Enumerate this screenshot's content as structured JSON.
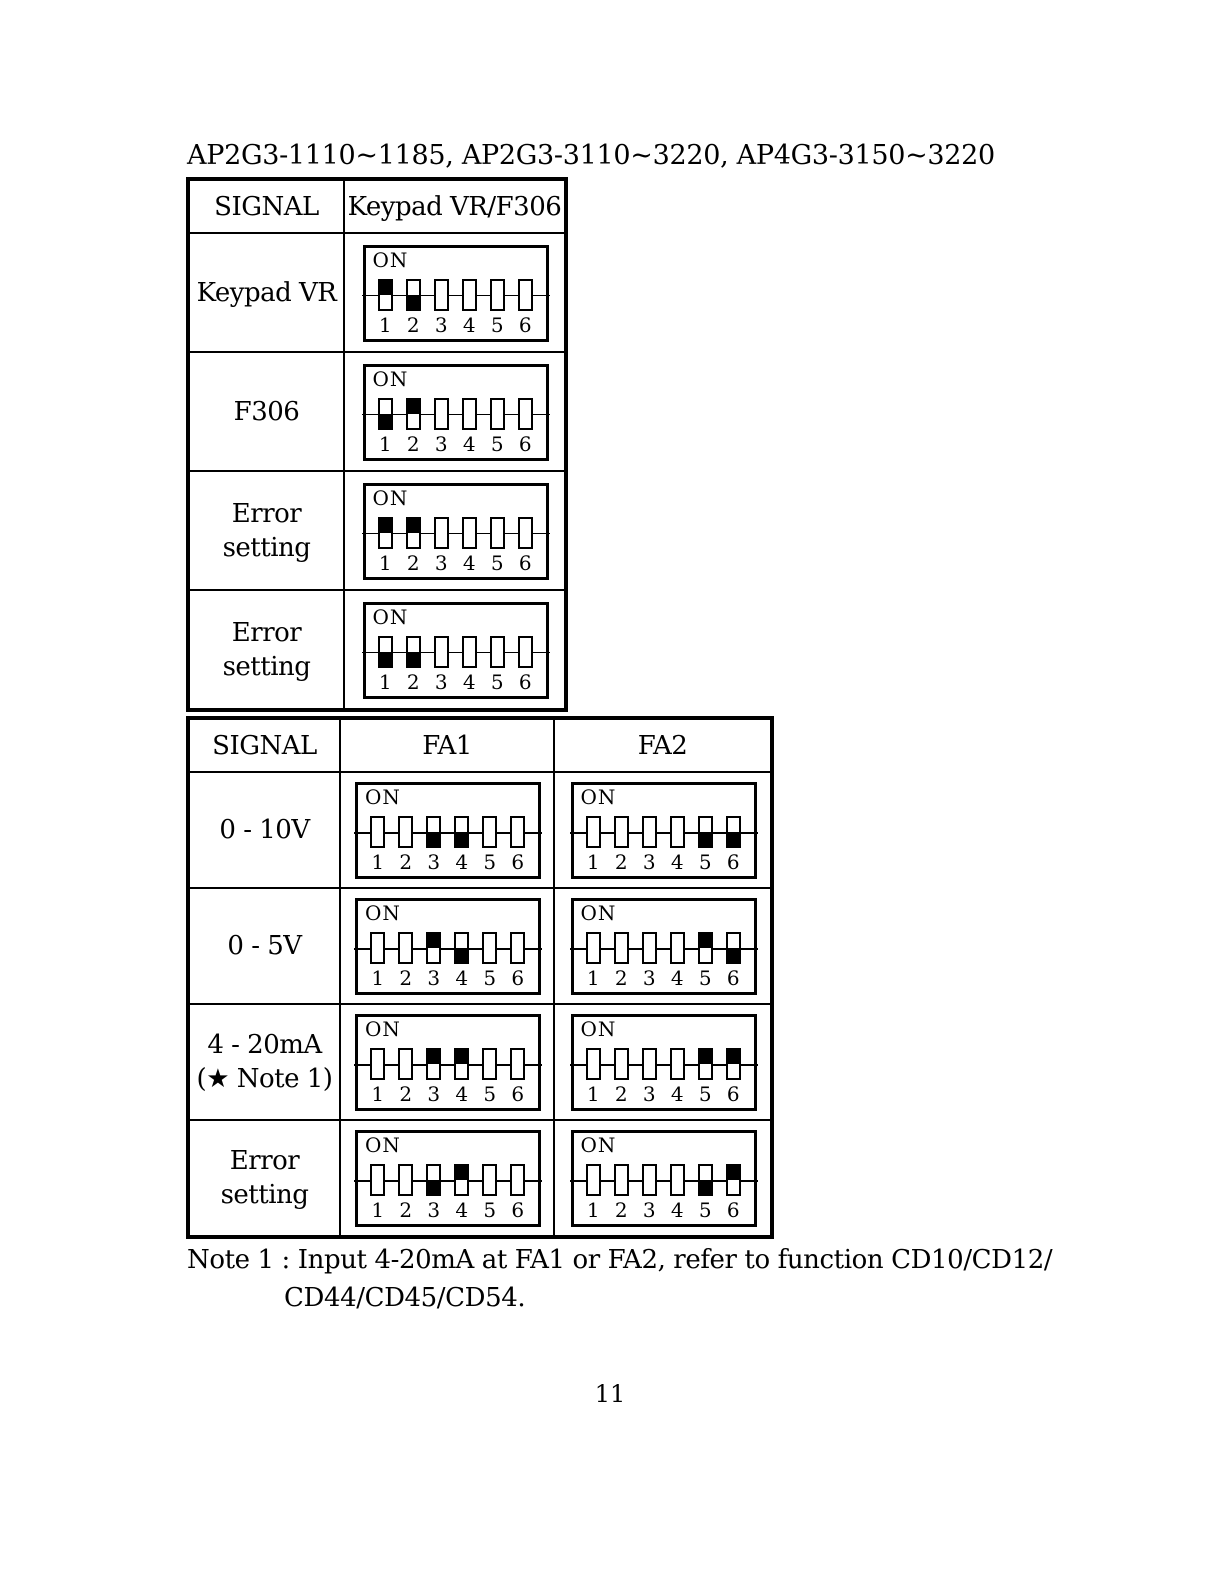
{
  "heading": "AP2G3-1110~1185, AP2G3-3110~3220, AP4G3-3150~3220",
  "table1": {
    "headers": [
      "SIGNAL",
      "Keypad VR/F306"
    ],
    "rows": [
      {
        "signal": "Keypad VR",
        "dips": [
          {
            "on_label": "ON",
            "positions": [
              "up",
              "down",
              "off",
              "off",
              "off",
              "off"
            ]
          }
        ]
      },
      {
        "signal": "F306",
        "dips": [
          {
            "on_label": "ON",
            "positions": [
              "down",
              "up",
              "off",
              "off",
              "off",
              "off"
            ]
          }
        ]
      },
      {
        "signal": "Error setting",
        "dips": [
          {
            "on_label": "ON",
            "positions": [
              "up",
              "up",
              "off",
              "off",
              "off",
              "off"
            ]
          }
        ]
      },
      {
        "signal": "Error setting",
        "dips": [
          {
            "on_label": "ON",
            "positions": [
              "down",
              "down",
              "off",
              "off",
              "off",
              "off"
            ]
          }
        ]
      }
    ]
  },
  "table2": {
    "headers": [
      "SIGNAL",
      "FA1",
      "FA2"
    ],
    "rows": [
      {
        "signal": "0 - 10V",
        "dips": [
          {
            "on_label": "ON",
            "positions": [
              "off",
              "off",
              "down",
              "down",
              "off",
              "off"
            ]
          },
          {
            "on_label": "ON",
            "positions": [
              "off",
              "off",
              "off",
              "off",
              "down",
              "down"
            ]
          }
        ]
      },
      {
        "signal": "0 - 5V",
        "dips": [
          {
            "on_label": "ON",
            "positions": [
              "off",
              "off",
              "up",
              "down",
              "off",
              "off"
            ]
          },
          {
            "on_label": "ON",
            "positions": [
              "off",
              "off",
              "off",
              "off",
              "up",
              "down"
            ]
          }
        ]
      },
      {
        "signal": "4 - 20mA\n(★ Note 1)",
        "dips": [
          {
            "on_label": "ON",
            "positions": [
              "off",
              "off",
              "up",
              "up",
              "off",
              "off"
            ]
          },
          {
            "on_label": "ON",
            "positions": [
              "off",
              "off",
              "off",
              "off",
              "up",
              "up"
            ]
          }
        ]
      },
      {
        "signal": "Error setting",
        "dips": [
          {
            "on_label": "ON",
            "positions": [
              "off",
              "off",
              "down",
              "up",
              "off",
              "off"
            ]
          },
          {
            "on_label": "ON",
            "positions": [
              "off",
              "off",
              "off",
              "off",
              "down",
              "up"
            ]
          }
        ]
      }
    ]
  },
  "switch_numbers": [
    "1",
    "2",
    "3",
    "4",
    "5",
    "6"
  ],
  "note": {
    "line1": "Note 1 : Input 4-20mA  at FA1 or FA2, refer to function CD10/CD12/",
    "line2": "CD44/CD45/CD54."
  },
  "page_number": "11"
}
